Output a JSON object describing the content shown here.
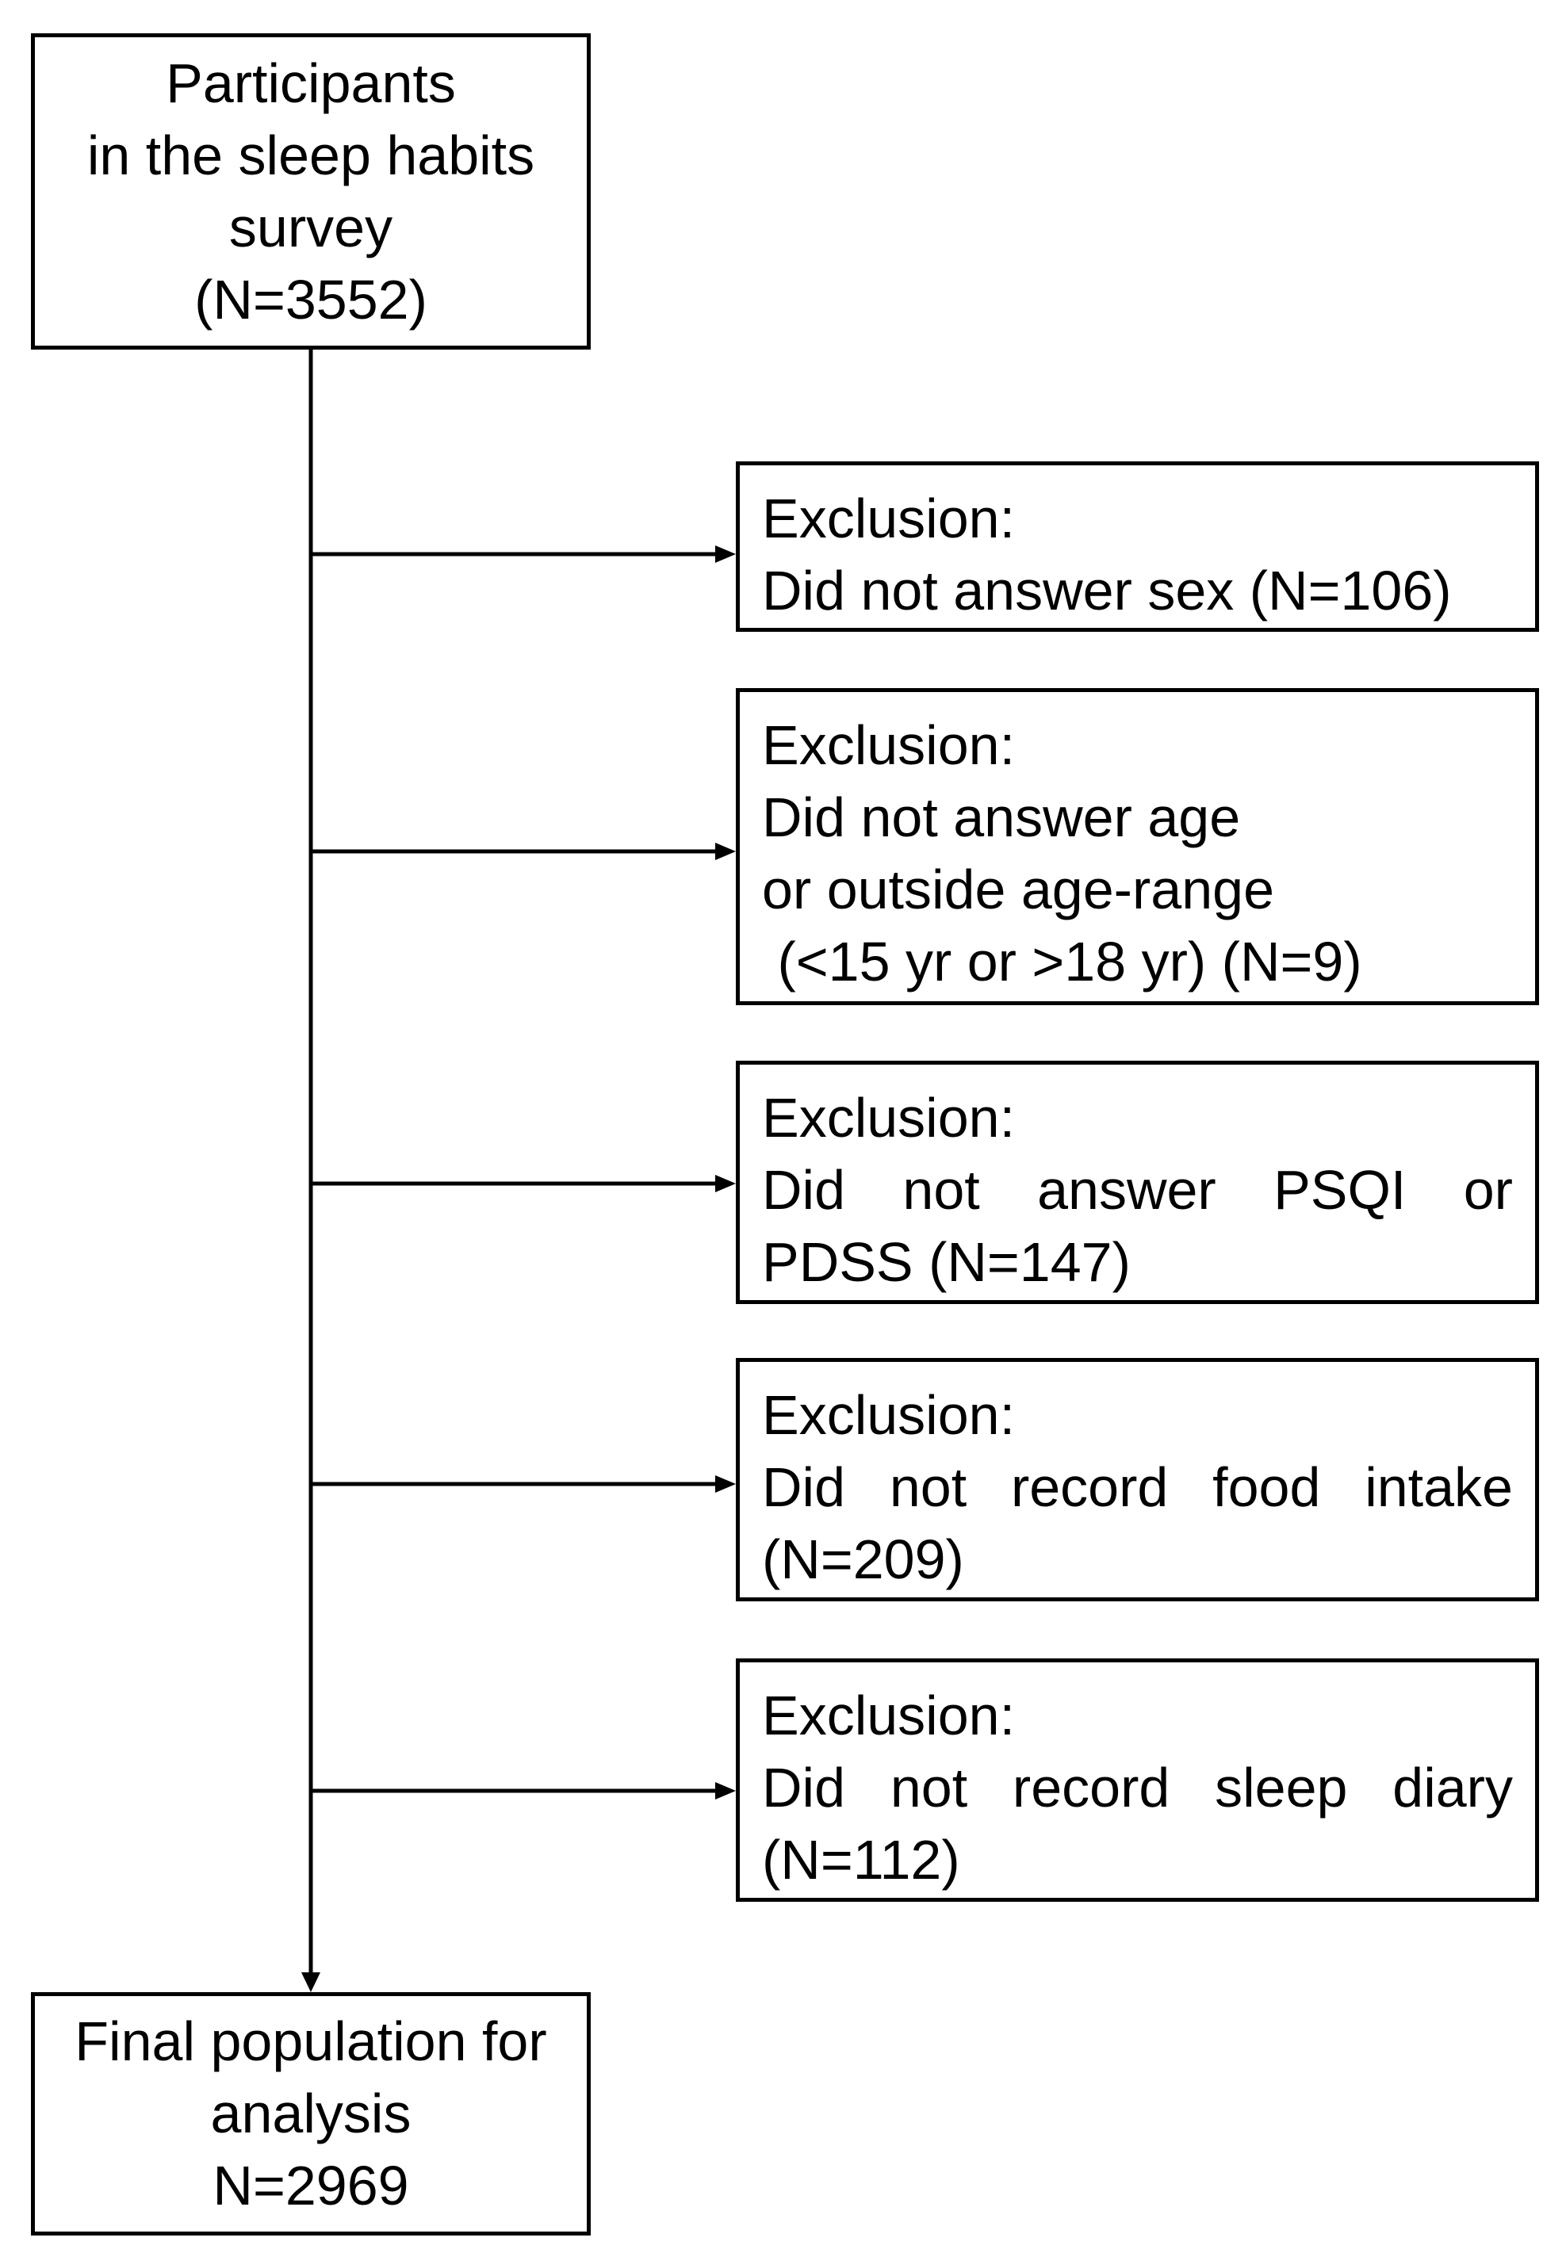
{
  "start": {
    "lines": [
      "Participants",
      "in the sleep habits",
      "survey",
      "(N=3552)"
    ]
  },
  "exclusions": [
    {
      "heading": "Exclusion:",
      "lines": [
        "Did not answer sex (N=106)"
      ]
    },
    {
      "heading": "Exclusion:",
      "lines": [
        "Did not answer age",
        "or outside age-range",
        " (<15 yr or >18 yr) (N=9)"
      ]
    },
    {
      "heading": "Exclusion:",
      "lines": [
        "Did not answer PSQI or",
        "PDSS (N=147)"
      ]
    },
    {
      "heading": "Exclusion:",
      "lines": [
        "Did not record food intake",
        "(N=209)"
      ]
    },
    {
      "heading": "Exclusion:",
      "lines": [
        "Did not record sleep diary",
        "(N=112)"
      ]
    }
  ],
  "final": {
    "lines": [
      "Final population for",
      "analysis",
      "N=2969"
    ]
  }
}
